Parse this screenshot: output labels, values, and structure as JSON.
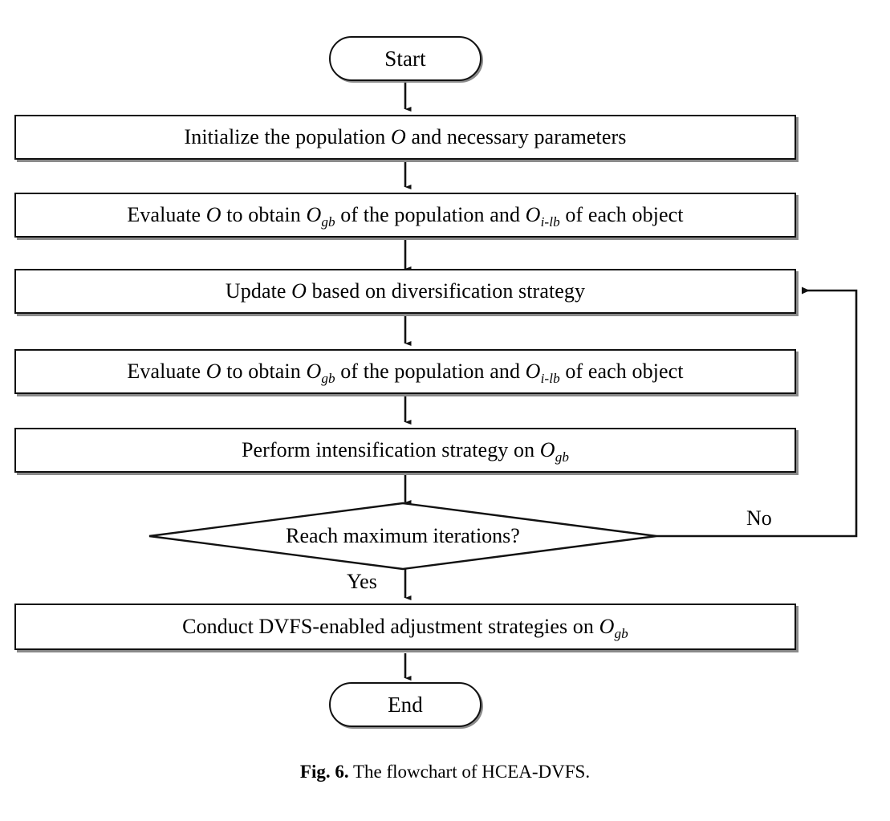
{
  "figure": {
    "caption_number": "Fig. 6.",
    "caption_text": "The flowchart of HCEA-DVFS."
  },
  "flowchart": {
    "nodes": [
      {
        "id": "start",
        "type": "terminal",
        "label": "Start"
      },
      {
        "id": "initialize",
        "type": "process",
        "label": "Initialize the population O and necessary parameters",
        "text_parts": [
          {
            "t": "Initialize the population ",
            "style": "plain"
          },
          {
            "t": "O",
            "style": "italic"
          },
          {
            "t": " and necessary parameters",
            "style": "plain"
          }
        ]
      },
      {
        "id": "evaluate-1",
        "type": "process",
        "label": "Evaluate O to obtain Ogb of the population and Oi-lb of each object",
        "text_parts": [
          {
            "t": "Evaluate ",
            "style": "plain"
          },
          {
            "t": "O",
            "style": "italic"
          },
          {
            "t": " to obtain ",
            "style": "plain"
          },
          {
            "t": "O",
            "style": "italic"
          },
          {
            "t": "gb",
            "style": "subscript"
          },
          {
            "t": " of the population and ",
            "style": "plain"
          },
          {
            "t": "O",
            "style": "italic"
          },
          {
            "t": "i-lb",
            "style": "subscript"
          },
          {
            "t": " of each object",
            "style": "plain"
          }
        ]
      },
      {
        "id": "update",
        "type": "process",
        "label": "Update O based on diversification strategy",
        "text_parts": [
          {
            "t": "Update ",
            "style": "plain"
          },
          {
            "t": "O",
            "style": "italic"
          },
          {
            "t": " based on diversification strategy",
            "style": "plain"
          }
        ]
      },
      {
        "id": "evaluate-2",
        "type": "process",
        "label": "Evaluate O to obtain Ogb of the population and Oi-lb of each object",
        "text_parts": [
          {
            "t": "Evaluate ",
            "style": "plain"
          },
          {
            "t": "O",
            "style": "italic"
          },
          {
            "t": " to obtain ",
            "style": "plain"
          },
          {
            "t": "O",
            "style": "italic"
          },
          {
            "t": "gb",
            "style": "subscript"
          },
          {
            "t": " of the population and ",
            "style": "plain"
          },
          {
            "t": "O",
            "style": "italic"
          },
          {
            "t": "i-lb",
            "style": "subscript"
          },
          {
            "t": " of each object",
            "style": "plain"
          }
        ]
      },
      {
        "id": "intensify",
        "type": "process",
        "label": "Perform intensification strategy on Ogb",
        "text_parts": [
          {
            "t": "Perform intensification strategy on ",
            "style": "plain"
          },
          {
            "t": "O",
            "style": "italic"
          },
          {
            "t": "gb",
            "style": "subscript"
          }
        ]
      },
      {
        "id": "decision",
        "type": "decision",
        "label": "Reach maximum iterations?"
      },
      {
        "id": "conduct-dvfs",
        "type": "process",
        "label": "Conduct DVFS-enabled adjustment strategies on Ogb",
        "text_parts": [
          {
            "t": "Conduct DVFS-enabled adjustment strategies on ",
            "style": "plain"
          },
          {
            "t": "O",
            "style": "italic"
          },
          {
            "t": "gb",
            "style": "subscript"
          }
        ]
      },
      {
        "id": "end",
        "type": "terminal",
        "label": "End"
      }
    ],
    "edge_labels": {
      "no": "No",
      "yes": "Yes"
    }
  },
  "colors": {
    "stroke": "#111111",
    "shadow": "#8a8a8a",
    "fill": "#ffffff",
    "text": "#000000"
  }
}
